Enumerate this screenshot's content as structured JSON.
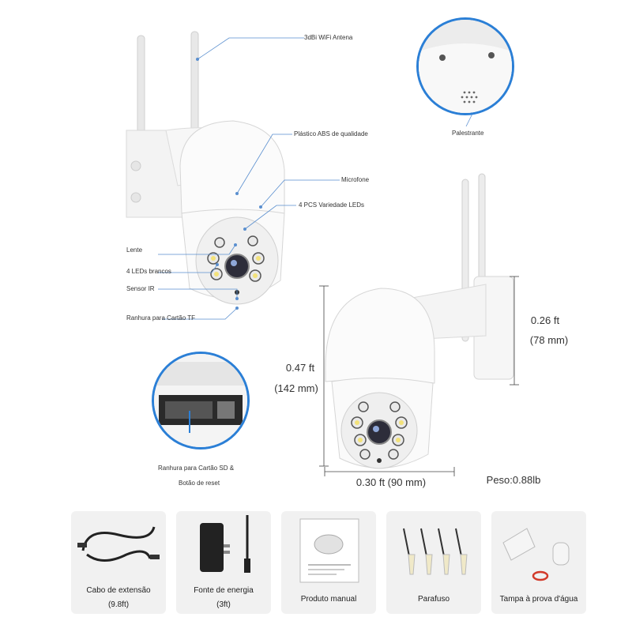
{
  "labels": {
    "antenna": "3dBi WiFi Antena",
    "plastic": "Plástico ABS de qualidade",
    "microphone": "Microfone",
    "leds": "4 PCS Variedade LEDs",
    "lens": "Lente",
    "white_leds": "4 LEDs brancos",
    "ir_sensor": "Sensor IR",
    "tf_slot": "Ranhura para Cartão TF",
    "speaker": "Palestrante",
    "sd_slot_line1": "Ranhura para Cartão SD &",
    "sd_slot_line2": "Botão de reset"
  },
  "dimensions": {
    "height_ft": "0.47 ft",
    "height_mm": "(142 mm)",
    "mount_ft": "0.26 ft",
    "mount_mm": "(78 mm)",
    "width": "0.30 ft (90 mm)",
    "weight": "Peso:0.88lb"
  },
  "accessories": [
    {
      "line1": "Cabo de extensão",
      "line2": "(9.8ft)"
    },
    {
      "line1": "Fonte de energia",
      "line2": "(3ft)"
    },
    {
      "line1": "Produto manual",
      "line2": ""
    },
    {
      "line1": "Parafuso",
      "line2": ""
    },
    {
      "line1": "Tampa à prova d'água",
      "line2": ""
    }
  ],
  "colors": {
    "accent": "#2b7fd6",
    "callout": "#5a8fcf"
  }
}
